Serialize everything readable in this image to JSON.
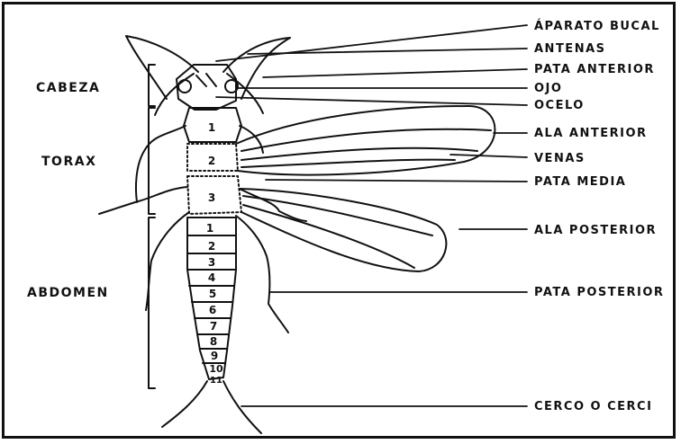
{
  "regions": [
    {
      "label": "CABEZA"
    },
    {
      "label": "TORAX"
    },
    {
      "label": "ABDOMEN"
    }
  ],
  "parts": [
    {
      "label": "ÁPARATO BUCAL"
    },
    {
      "label": "ANTENAS"
    },
    {
      "label": "PATA ANTERIOR"
    },
    {
      "label": "OJO"
    },
    {
      "label": "OCELO"
    },
    {
      "label": "ALA ANTERIOR"
    },
    {
      "label": "VENAS"
    },
    {
      "label": "PATA MEDIA"
    },
    {
      "label": "ALA POSTERIOR"
    },
    {
      "label": "PATA POSTERIOR"
    },
    {
      "label": "CERCO O CERCI"
    }
  ],
  "thorax_numbers": [
    "1",
    "2",
    "3"
  ],
  "abdomen_numbers": [
    "1",
    "2",
    "3",
    "4",
    "5",
    "6",
    "7",
    "8",
    "9",
    "10",
    "11"
  ]
}
